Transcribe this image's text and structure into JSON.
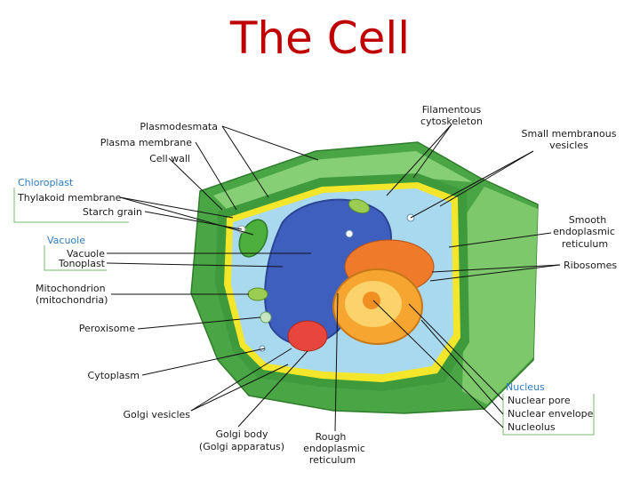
{
  "title": "The Cell",
  "labels": {
    "plasmodesmata": "Plasmodesmata",
    "plasma_membrane": "Plasma membrane",
    "cell_wall": "Cell wall",
    "chloroplast": "Chloroplast",
    "thylakoid_membrane": "Thylakoid membrane",
    "starch_grain": "Starch grain",
    "vacuole_group": "Vacuole",
    "vacuole": "Vacuole",
    "tonoplast": "Tonoplast",
    "mitochondrion_1": "Mitochondrion",
    "mitochondrion_2": "(mitochondria)",
    "peroxisome": "Peroxisome",
    "cytoplasm": "Cytoplasm",
    "golgi_vesicles": "Golgi vesicles",
    "golgi_body_1": "Golgi body",
    "golgi_body_2": "(Golgi apparatus)",
    "rough_er_1": "Rough",
    "rough_er_2": "endoplasmic",
    "rough_er_3": "reticulum",
    "filamentous_1": "Filamentous",
    "filamentous_2": "cytoskeleton",
    "small_vesicles_1": "Small membranous",
    "small_vesicles_2": "vesicles",
    "smooth_er_1": "Smooth",
    "smooth_er_2": "endoplasmic",
    "smooth_er_3": "reticulum",
    "ribosomes": "Ribosomes",
    "nucleus_group": "Nucleus",
    "nuclear_pore": "Nuclear pore",
    "nuclear_envelope": "Nuclear envelope",
    "nucleolus": "Nucleolus"
  },
  "colors": {
    "title": "#c00000",
    "group_heading": "#2e7cc4",
    "cell_wall": "#3e9a3a",
    "cell_wall_light": "#7cc86a",
    "plasma_membrane": "#f4e62a",
    "cytoplasm": "#a9d9ef",
    "vacuole": "#3f5fbf",
    "nucleus": "#f7a531",
    "golgi": "#e8453c"
  }
}
